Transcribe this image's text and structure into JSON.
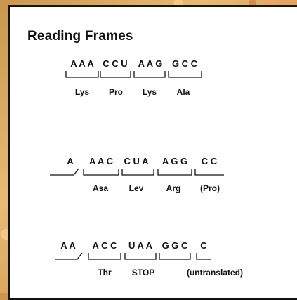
{
  "title": "Reading Frames",
  "frames": [
    {
      "codons": [
        "A A A",
        "C C U",
        "A A G",
        "G C C"
      ],
      "aminos": [
        "Lys",
        "Pro",
        "Lys",
        "Ala"
      ]
    },
    {
      "leading": "A",
      "codons": [
        "A A C",
        "C U A",
        "A G G",
        "C C"
      ],
      "aminos": [
        "Asa",
        "Lev",
        "Arg",
        "(Pro)"
      ]
    },
    {
      "leading": "A A",
      "codons": [
        "A C C",
        "U A A",
        "G G C",
        "C"
      ],
      "aminos": [
        "Thr",
        "STOP",
        "(untranslated)"
      ]
    }
  ],
  "colors": {
    "background": "#d8a862",
    "panel": "#ffffff",
    "ink": "#111111"
  }
}
